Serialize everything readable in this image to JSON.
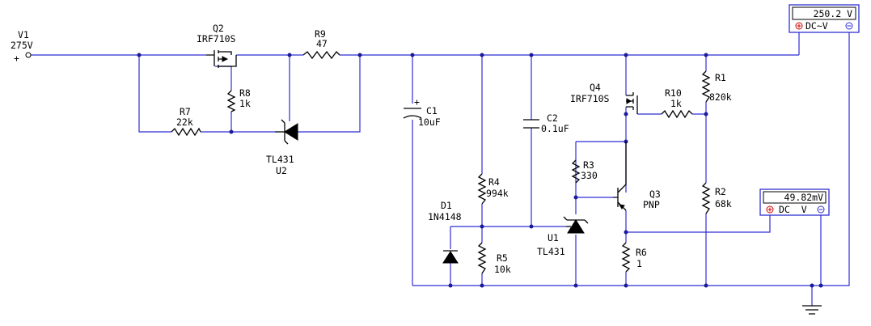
{
  "components": {
    "v1": {
      "ref": "V1",
      "value": "275V",
      "pin": "+"
    },
    "q2": {
      "ref": "Q2",
      "value": "IRF710S"
    },
    "r9": {
      "ref": "R9",
      "value": "47"
    },
    "r8": {
      "ref": "R8",
      "value": "1k"
    },
    "r7": {
      "ref": "R7",
      "value": "22k"
    },
    "u2": {
      "ref": "U2",
      "value": "TL431"
    },
    "c1": {
      "ref": "C1",
      "value": "10uF",
      "pin": "+"
    },
    "c2": {
      "ref": "C2",
      "value": "0.1uF"
    },
    "r4": {
      "ref": "R4",
      "value": "994k"
    },
    "d1": {
      "ref": "D1",
      "value": "1N4148"
    },
    "r5": {
      "ref": "R5",
      "value": "10k"
    },
    "u1": {
      "ref": "U1",
      "value": "TL431"
    },
    "q4": {
      "ref": "Q4",
      "value": "IRF710S"
    },
    "r10": {
      "ref": "R10",
      "value": "1k"
    },
    "r3": {
      "ref": "R3",
      "value": "330"
    },
    "q3": {
      "ref": "Q3",
      "value": "PNP"
    },
    "r6": {
      "ref": "R6",
      "value": "1"
    },
    "r1": {
      "ref": "R1",
      "value": "820k"
    },
    "r2": {
      "ref": "R2",
      "value": "68k"
    }
  },
  "meters": {
    "voltmeter1": {
      "reading": "250.2 V",
      "mode": "DC~V",
      "pos_symbol": "+",
      "neg_symbol": "−"
    },
    "voltmeter2": {
      "reading": "49.82mV",
      "mode": "DC  V",
      "pos_symbol": "+",
      "neg_symbol": "−"
    }
  },
  "colors": {
    "wire": "#2f2fd4",
    "component": "#000000",
    "junction": "#1a1a9a",
    "meter_positive": "#cc0000"
  }
}
